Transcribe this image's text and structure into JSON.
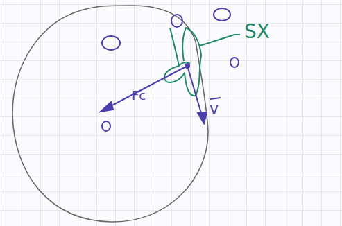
{
  "diagram": {
    "labels": [
      "Fc",
      "v",
      "SX"
    ]
  }
}
